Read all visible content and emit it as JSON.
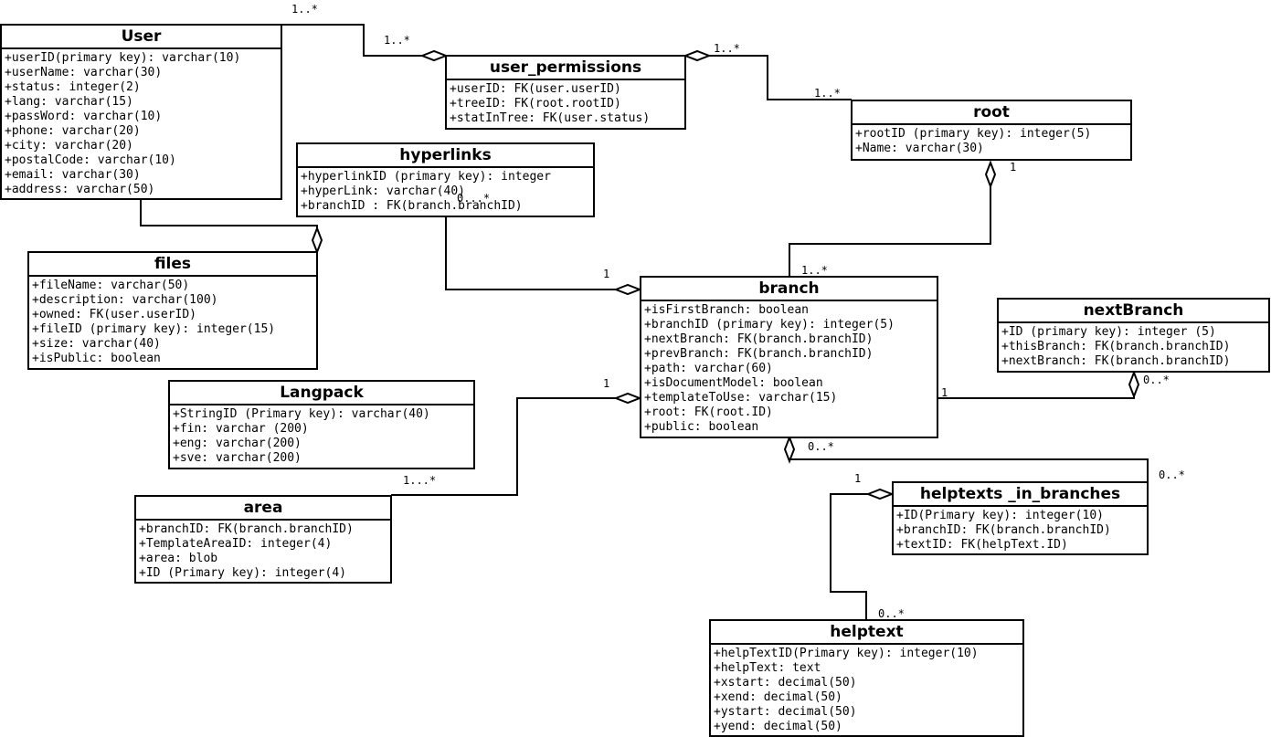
{
  "classes": {
    "user": {
      "name": "User",
      "attributes": [
        "+userID(primary key): varchar(10)",
        "+userName: varchar(30)",
        "+status: integer(2)",
        "+lang: varchar(15)",
        "+passWord: varchar(10)",
        "+phone: varchar(20)",
        "+city: varchar(20)",
        "+postalCode: varchar(10)",
        "+email: varchar(30)",
        "+address: varchar(50)"
      ]
    },
    "user_permissions": {
      "name": "user_permissions",
      "attributes": [
        "+userID: FK(user.userID)",
        "+treeID: FK(root.rootID)",
        "+statInTree: FK(user.status)"
      ]
    },
    "root": {
      "name": "root",
      "attributes": [
        "+rootID (primary key): integer(5)",
        "+Name: varchar(30)"
      ]
    },
    "hyperlinks": {
      "name": "hyperlinks",
      "attributes": [
        "+hyperlinkID (primary key): integer",
        "+hyperLink: varchar(40)",
        "+branchID : FK(branch.branchID)"
      ]
    },
    "files": {
      "name": "files",
      "attributes": [
        "+fileName: varchar(50)",
        "+description: varchar(100)",
        "+owned: FK(user.userID)",
        "+fileID (primary key): integer(15)",
        "+size: varchar(40)",
        "+isPublic: boolean"
      ]
    },
    "branch": {
      "name": "branch",
      "attributes": [
        "+isFirstBranch: boolean",
        "+branchID (primary key): integer(5)",
        "+nextBranch: FK(branch.branchID)",
        "+prevBranch: FK(branch.branchID)",
        "+path: varchar(60)",
        "+isDocumentModel: boolean",
        "+templateToUse: varchar(15)",
        "+root: FK(root.ID)",
        "+public: boolean"
      ]
    },
    "nextBranch": {
      "name": "nextBranch",
      "attributes": [
        "+ID (primary key): integer (5)",
        "+thisBranch: FK(branch.branchID)",
        "+nextBranch: FK(branch.branchID)"
      ]
    },
    "langpack": {
      "name": "Langpack",
      "attributes": [
        "+StringID (Primary key): varchar(40)",
        "+fin: varchar (200)",
        "+eng: varchar(200)",
        "+sve: varchar(200)"
      ]
    },
    "area": {
      "name": "area",
      "attributes": [
        "+branchID: FK(branch.branchID)",
        "+TemplateAreaID: integer(4)",
        "+area: blob",
        "+ID (Primary key): integer(4)"
      ]
    },
    "helptexts_in_branches": {
      "name": "helptexts _in_branches",
      "attributes": [
        "+ID(Primary key): integer(10)",
        "+branchID: FK(branch.branchID)",
        "+textID: FK(helpText.ID)"
      ]
    },
    "helptext": {
      "name": "helptext",
      "attributes": [
        "+helpTextID(Primary key): integer(10)",
        "+helpText: text",
        "+xstart: decimal(50)",
        "+xend: decimal(50)",
        "+ystart: decimal(50)",
        "+yend: decimal(50)"
      ]
    }
  },
  "multiplicities": {
    "user_top": "1..*",
    "user_perm_left": "1..*",
    "user_perm_right": "1..*",
    "root_left": "1..*",
    "root_bottom": "1",
    "hyperlinks_mid": "0...*",
    "hyperlinks_branch": "1",
    "branch_top": "1..*",
    "area_branch": "1",
    "area_top": "1...*",
    "branch_next": "1",
    "next_bottom": "0..*",
    "branch_bottom": "0..*",
    "hib_right": "0..*",
    "hib_left": "1",
    "helptext_top": "0..*"
  }
}
